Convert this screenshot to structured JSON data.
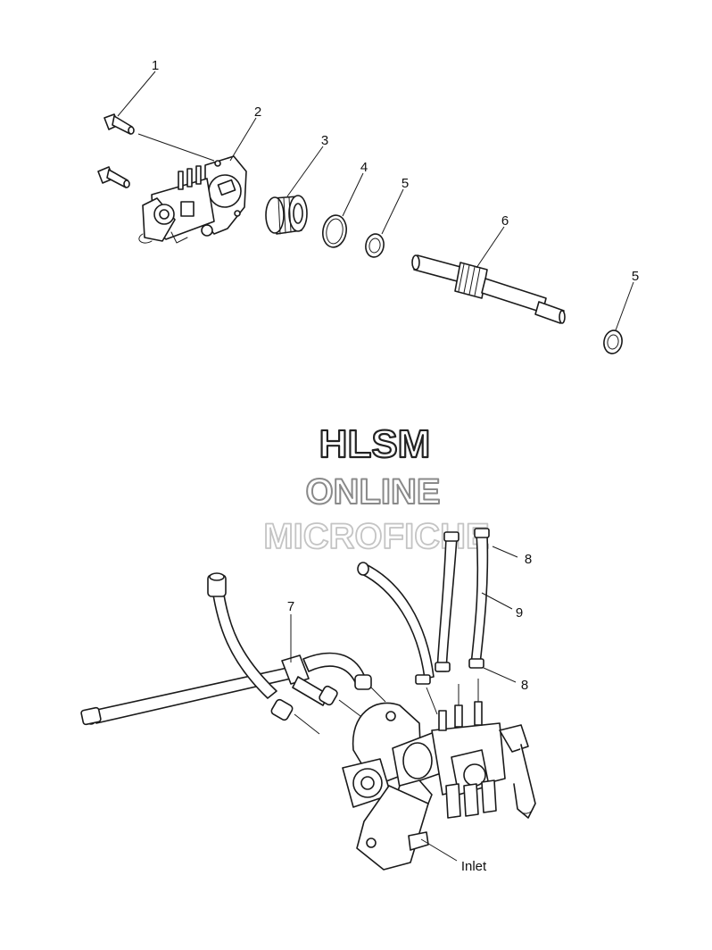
{
  "callouts": {
    "c1": "1",
    "c2": "2",
    "c3": "3",
    "c4": "4",
    "c5a": "5",
    "c6": "6",
    "c5b": "5",
    "c7": "7",
    "c8a": "8",
    "c9": "9",
    "c8b": "8",
    "inlet": "Inlet"
  },
  "watermark": {
    "line1": "HLSM",
    "line2": "ONLINE",
    "line3": "MICROFICHE",
    "color_dark": "#222222",
    "color_mid": "#8a8a8a",
    "color_light": "#c4c4c4"
  }
}
